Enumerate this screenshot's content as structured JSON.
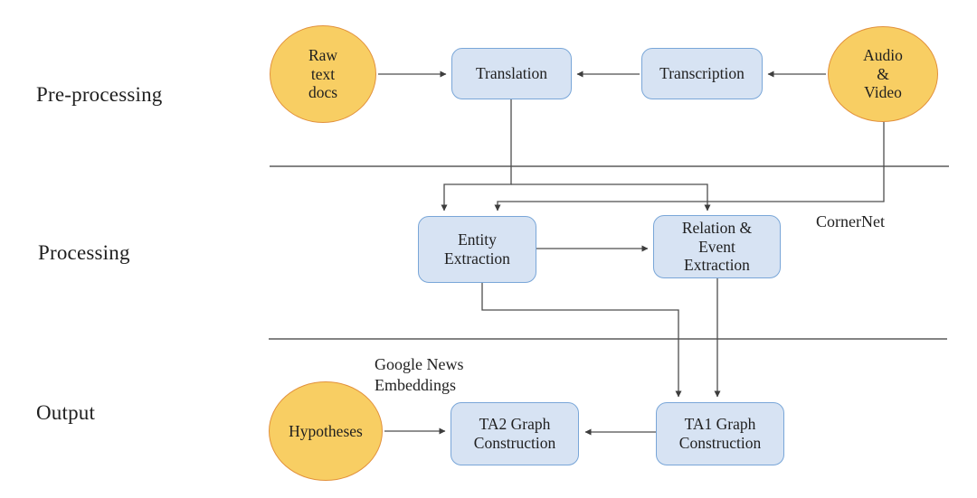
{
  "colors": {
    "background": "#ffffff",
    "circle_fill": "#F8CE63",
    "circle_border": "#E2913C",
    "box_fill": "#D7E3F3",
    "box_border": "#79A6D8",
    "line": "#4d4d4d",
    "divider": "#5a5a5a",
    "text": "#1f1f1f"
  },
  "sections": {
    "preprocessing": {
      "label": "Pre-processing"
    },
    "processing": {
      "label": "Processing"
    },
    "output": {
      "label": "Output"
    }
  },
  "nodes": {
    "raw_text_docs": {
      "label": "Raw text docs",
      "shape": "circle"
    },
    "translation": {
      "label": "Translation",
      "shape": "box"
    },
    "transcription": {
      "label": "Transcription",
      "shape": "box"
    },
    "audio_video": {
      "label": "Audio & Video",
      "shape": "circle"
    },
    "entity_extraction": {
      "label": "Entity Extraction",
      "shape": "box"
    },
    "relation_event_extraction": {
      "label": "Relation & Event Extraction",
      "shape": "box"
    },
    "hypotheses": {
      "label": "Hypotheses",
      "shape": "circle"
    },
    "ta2_graph_construction": {
      "label": "TA2 Graph Construction",
      "shape": "box"
    },
    "ta1_graph_construction": {
      "label": "TA1 Graph Construction",
      "shape": "box"
    }
  },
  "annotations": {
    "cornernet": "CornerNet",
    "google_news_embeddings": "Google News Embeddings"
  },
  "edges": [
    "raw_text_docs -> translation",
    "transcription -> translation",
    "audio_video -> transcription",
    "translation -> entity_extraction",
    "translation -> relation_event_extraction",
    "audio_video -> entity_extraction",
    "entity_extraction -> relation_event_extraction",
    "entity_extraction -> ta1_graph_construction",
    "relation_event_extraction -> ta1_graph_construction",
    "hypotheses -> ta2_graph_construction",
    "ta1_graph_construction -> ta2_graph_construction"
  ]
}
